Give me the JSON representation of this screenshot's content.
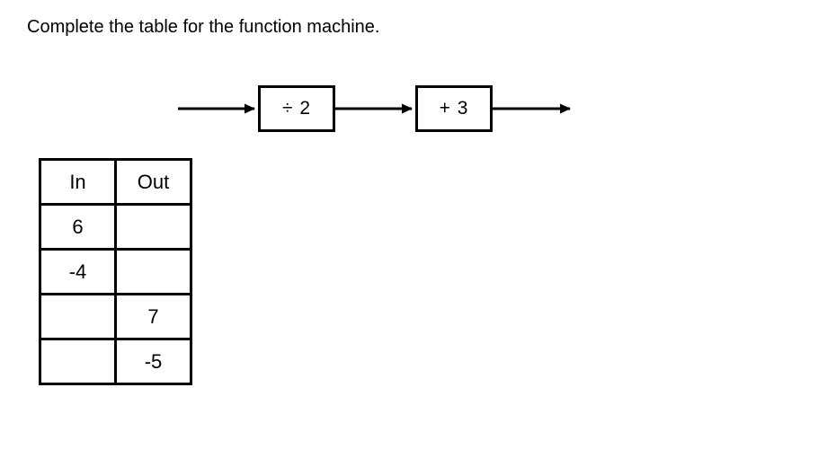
{
  "page": {
    "title": "Complete the table for the function machine."
  },
  "machine": {
    "boxes": [
      {
        "label": "÷ 2"
      },
      {
        "label": "+ 3"
      }
    ]
  },
  "table": {
    "headers": {
      "in": "In",
      "out": "Out"
    },
    "rows": [
      {
        "in": "6",
        "out": ""
      },
      {
        "in": "-4",
        "out": ""
      },
      {
        "in": "",
        "out": "7"
      },
      {
        "in": "",
        "out": "-5"
      }
    ]
  },
  "colors": {
    "text": "#000000",
    "border": "#000000",
    "background": "#ffffff"
  }
}
